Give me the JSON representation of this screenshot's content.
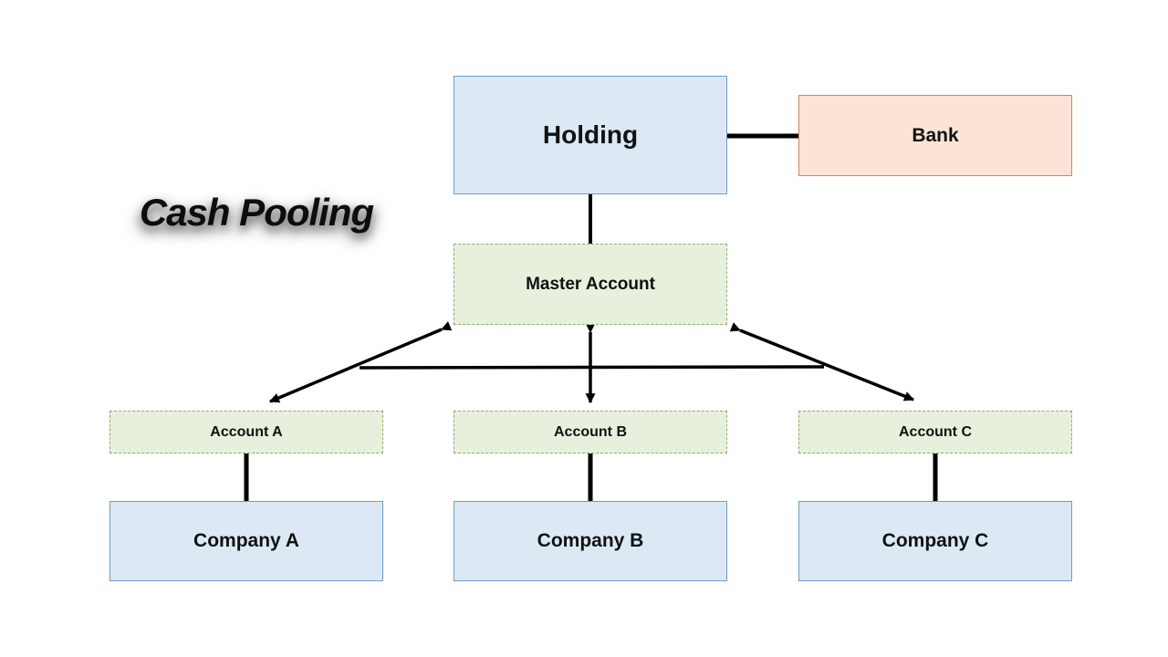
{
  "title": "Cash Pooling",
  "nodes": {
    "holding": {
      "label": "Holding"
    },
    "bank": {
      "label": "Bank"
    },
    "master": {
      "label": "Master Account"
    },
    "account_a": {
      "label": "Account A"
    },
    "account_b": {
      "label": "Account B"
    },
    "account_c": {
      "label": "Account C"
    },
    "company_a": {
      "label": "Company A"
    },
    "company_b": {
      "label": "Company B"
    },
    "company_c": {
      "label": "Company C"
    }
  },
  "edges": [
    {
      "from": "holding",
      "to": "bank",
      "style": "plain-line"
    },
    {
      "from": "holding",
      "to": "master",
      "style": "plain-line"
    },
    {
      "from": "master",
      "to": "account_a",
      "style": "double-arrow"
    },
    {
      "from": "master",
      "to": "account_b",
      "style": "double-arrow"
    },
    {
      "from": "master",
      "to": "account_c",
      "style": "double-arrow"
    },
    {
      "from": "account_a",
      "to": "account_c",
      "style": "plain-line"
    },
    {
      "from": "account_a",
      "to": "company_a",
      "style": "plain-line"
    },
    {
      "from": "account_b",
      "to": "company_b",
      "style": "plain-line"
    },
    {
      "from": "account_c",
      "to": "company_c",
      "style": "plain-line"
    }
  ],
  "colors": {
    "background": "#ffffff",
    "company_fill": "#dce9f5",
    "company_border": "#6b9dc9",
    "bank_fill": "#fbe4d5",
    "bank_border": "#cf8b4b",
    "account_fill": "#e7f0dd",
    "account_border": "#94ab6a",
    "connector": "#000000",
    "text": "#111111"
  }
}
